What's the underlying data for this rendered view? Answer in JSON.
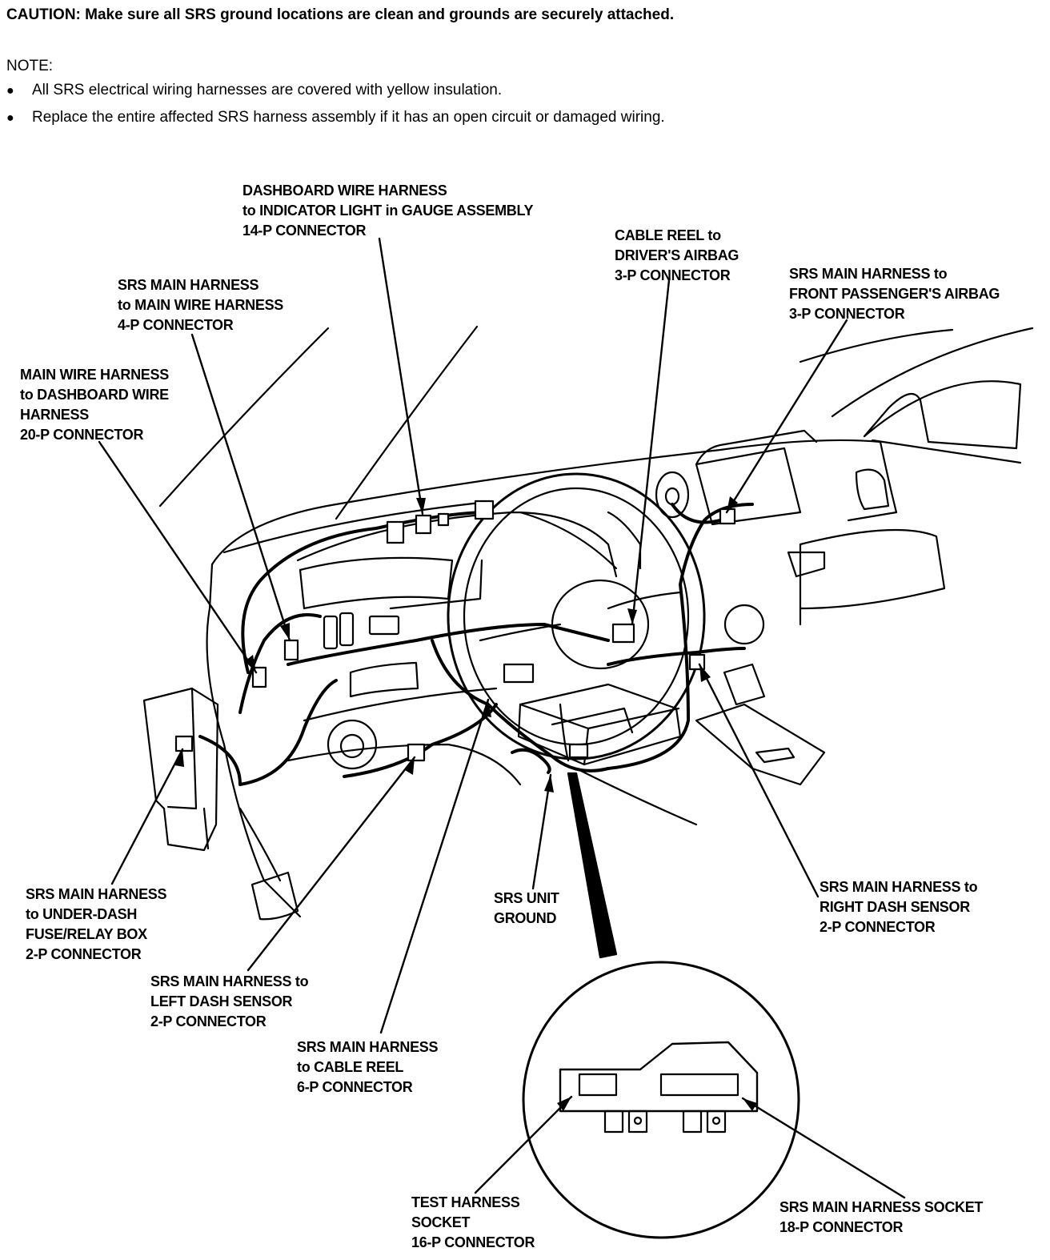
{
  "caution": "CAUTION:  Make sure all SRS ground locations are clean and grounds are securely attached.",
  "note": {
    "title": "NOTE:",
    "items": [
      "All SRS electrical wiring harnesses are covered with yellow insulation.",
      "Replace the entire affected SRS harness assembly if it has an open circuit or damaged wiring."
    ]
  },
  "bullet_icon": "filled-circle-bullet",
  "labels": {
    "dashboard_wire_14p": [
      "DASHBOARD WIRE HARNESS",
      "to INDICATOR LIGHT in GAUGE ASSEMBLY",
      "14-P CONNECTOR"
    ],
    "cable_reel_airbag_3p": [
      "CABLE REEL to",
      "DRIVER'S AIRBAG",
      "3-P CONNECTOR"
    ],
    "passenger_airbag_3p": [
      "SRS MAIN HARNESS to",
      "FRONT PASSENGER'S AIRBAG",
      "3-P CONNECTOR"
    ],
    "main_wire_4p": [
      "SRS MAIN HARNESS",
      "to MAIN WIRE HARNESS",
      "4-P CONNECTOR"
    ],
    "dashboard_20p": [
      "MAIN WIRE HARNESS",
      "to DASHBOARD WIRE",
      "HARNESS",
      "20-P CONNECTOR"
    ],
    "underdash_fuse_2p": [
      "SRS MAIN HARNESS",
      "to UNDER-DASH",
      "FUSE/RELAY BOX",
      "2-P CONNECTOR"
    ],
    "left_dash_2p": [
      "SRS MAIN HARNESS to",
      "LEFT DASH SENSOR",
      "2-P CONNECTOR"
    ],
    "cable_reel_6p": [
      "SRS MAIN HARNESS",
      "to CABLE REEL",
      "6-P CONNECTOR"
    ],
    "srs_ground": [
      "SRS UNIT",
      "GROUND"
    ],
    "right_dash_2p": [
      "SRS MAIN HARNESS to",
      "RIGHT DASH SENSOR",
      "2-P CONNECTOR"
    ],
    "test_harness_16p": [
      "TEST HARNESS",
      "SOCKET",
      "16-P CONNECTOR"
    ],
    "main_socket_18p": [
      "SRS MAIN HARNESS SOCKET",
      "18-P CONNECTOR"
    ]
  }
}
